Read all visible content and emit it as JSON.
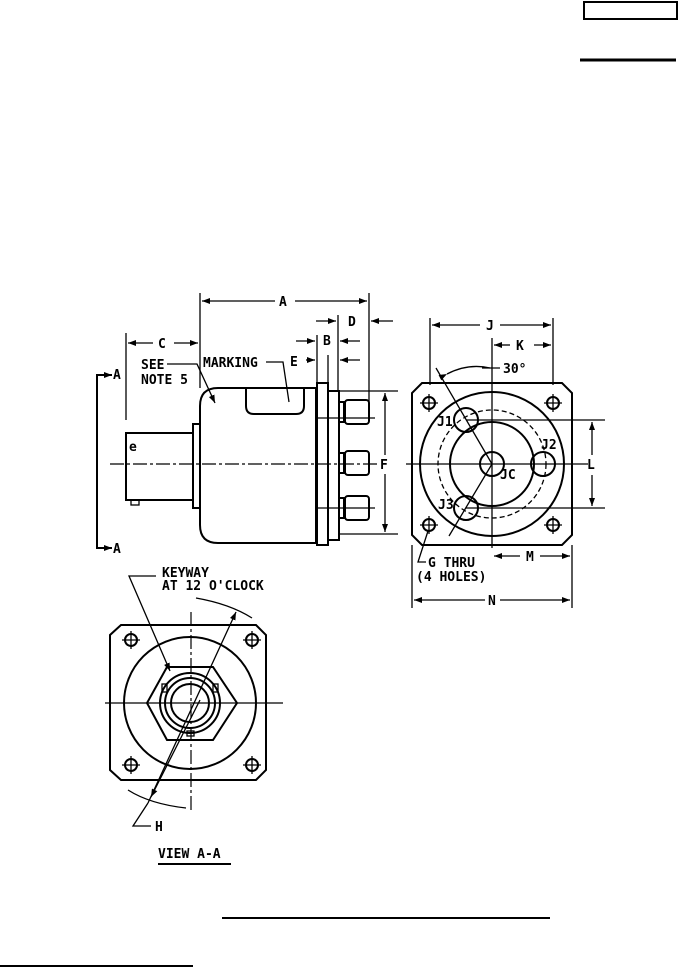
{
  "side_view": {
    "dim_a": "A",
    "dim_b": "B",
    "dim_c": "C",
    "dim_d": "D",
    "dim_e": "E",
    "dim_f": "F",
    "section_top": "A",
    "section_bottom": "A",
    "see_note_line1": "SEE",
    "see_note_line2": "NOTE 5",
    "marking": "MARKING",
    "pin_symbol": "e"
  },
  "end_view": {
    "dim_j": "J",
    "dim_k": "K",
    "dim_l": "L",
    "dim_m": "M",
    "dim_n": "N",
    "angle": "30°",
    "contact_j1": "J1",
    "contact_j2": "J2",
    "contact_j3": "J3",
    "contact_jc": "JC",
    "holes_line1": "G THRU",
    "holes_line2": "(4 HOLES)"
  },
  "view_aa": {
    "keyway_line1": "KEYWAY",
    "keyway_line2": "AT 12 O'CLOCK",
    "dim_h": "H",
    "title": "VIEW A-A"
  }
}
